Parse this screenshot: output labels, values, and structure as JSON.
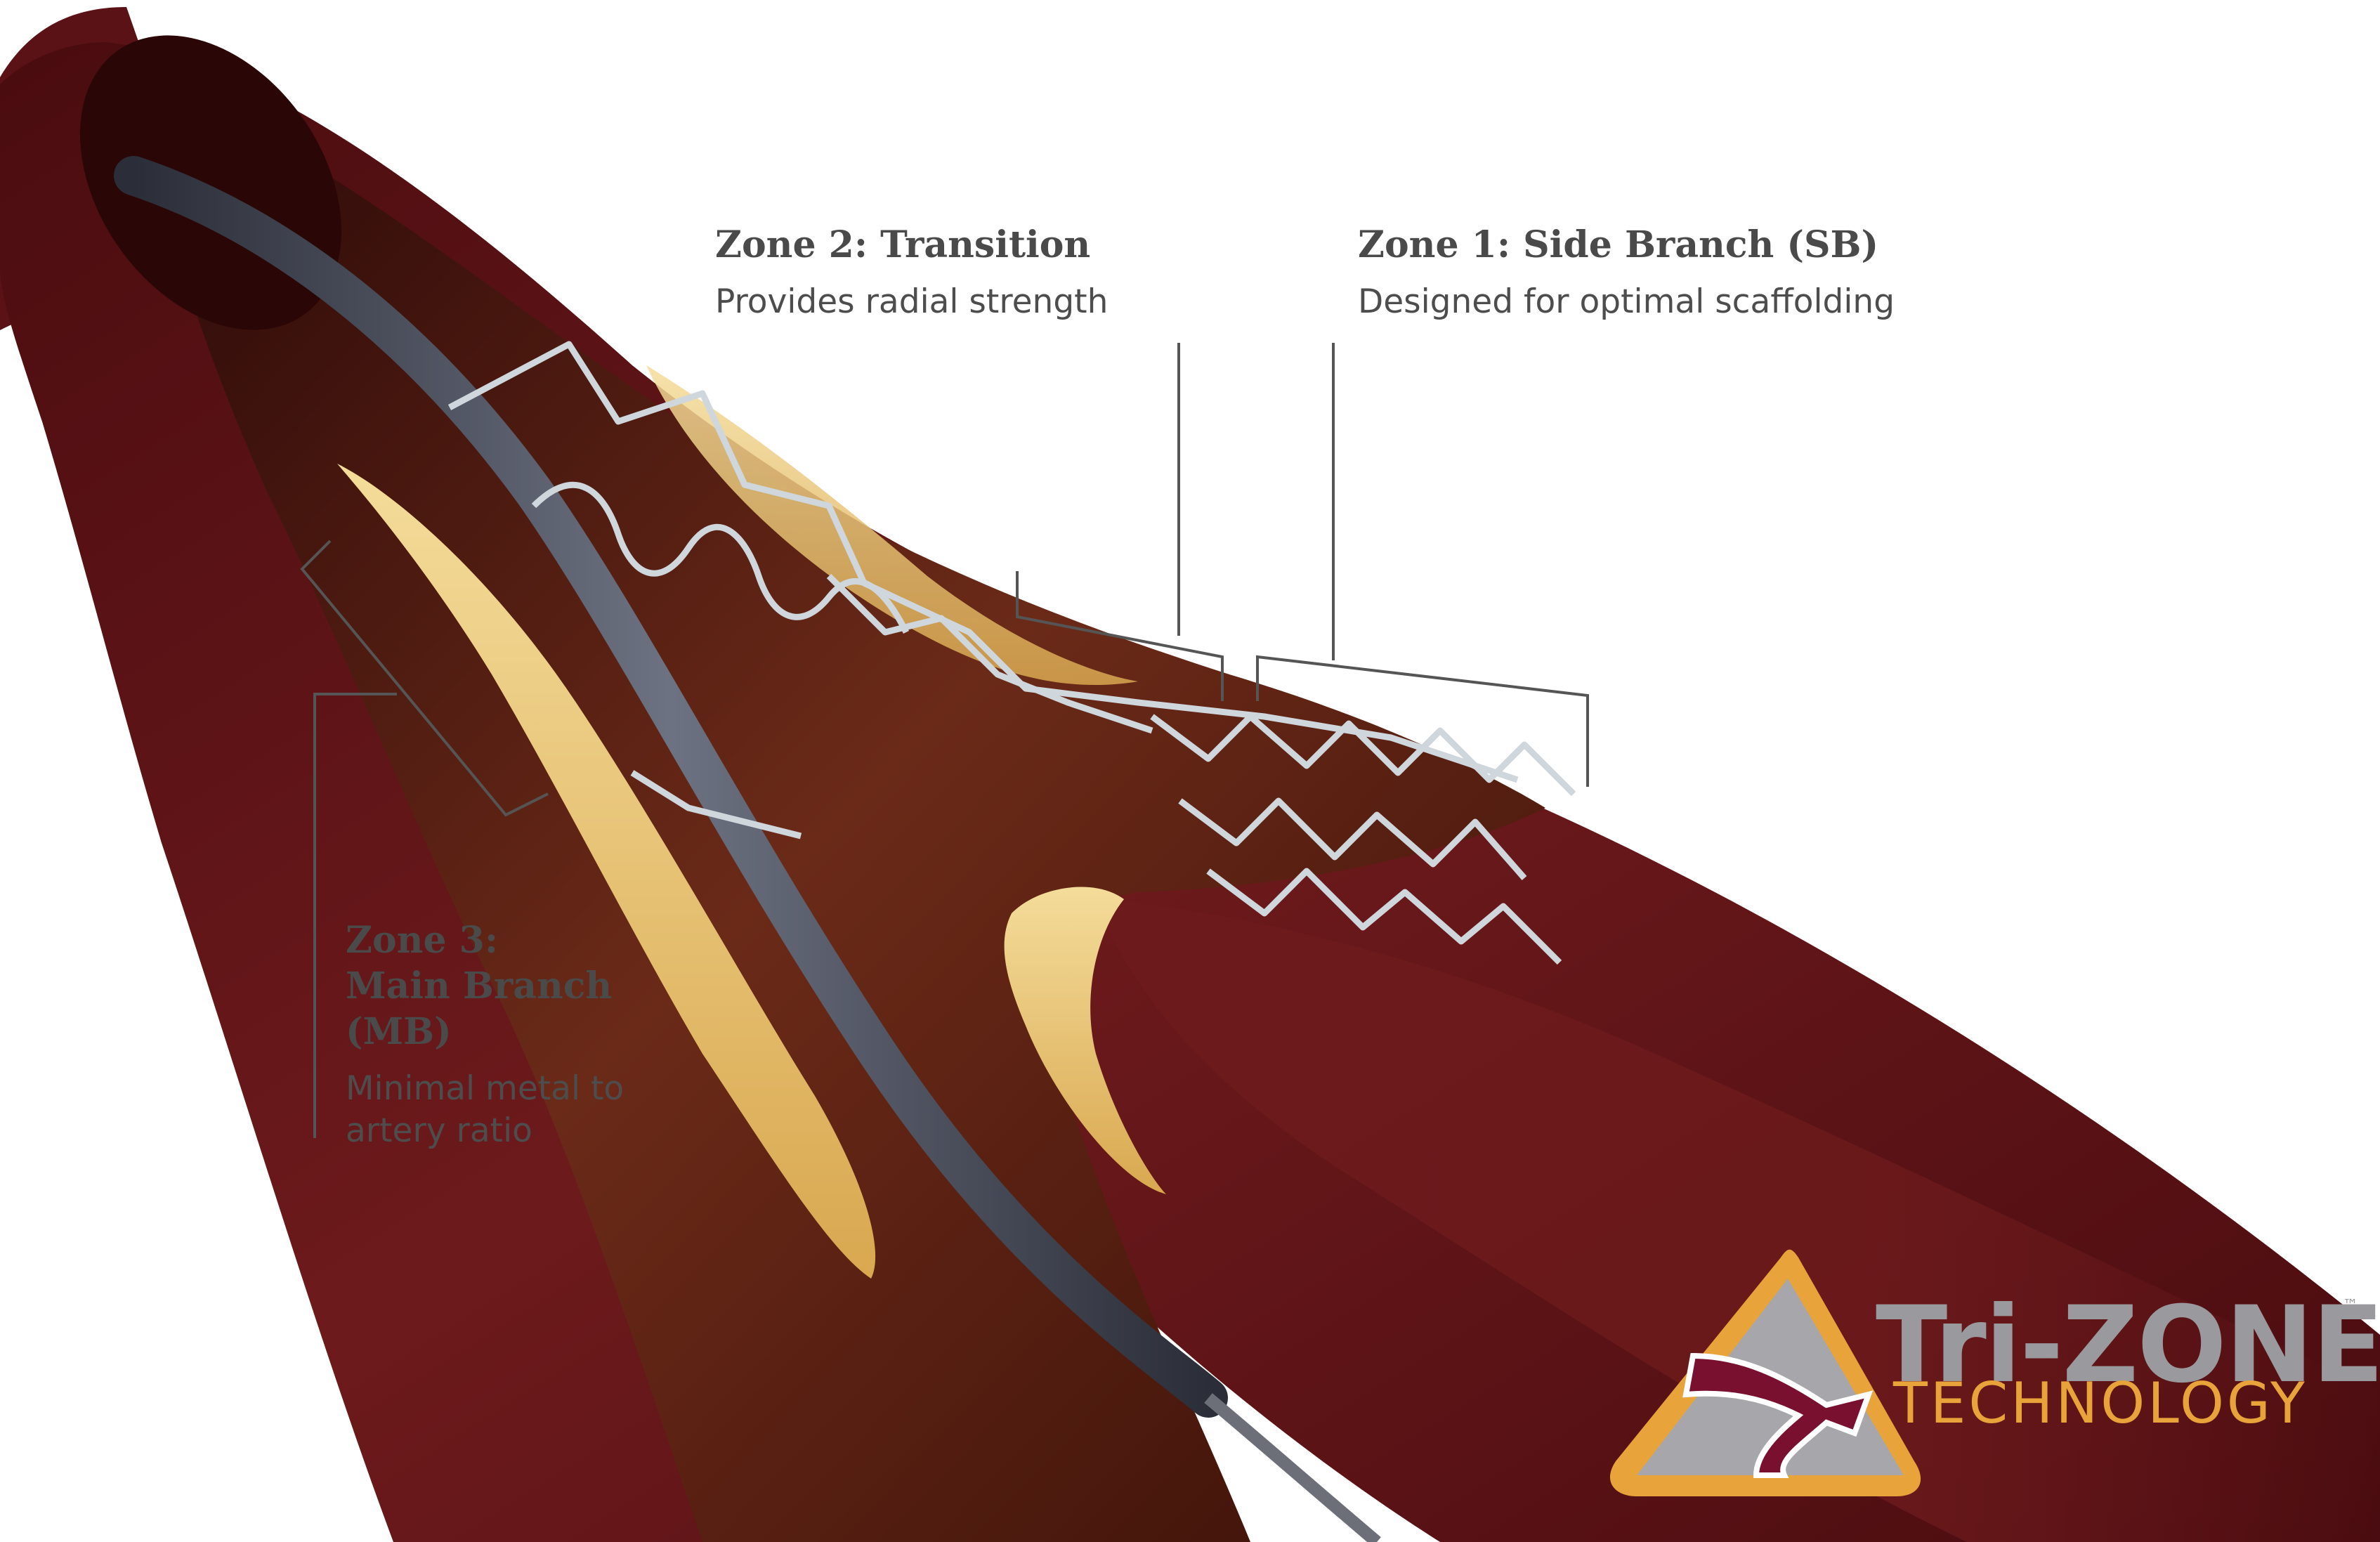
{
  "labels": {
    "zone2": {
      "title": "Zone 2: Transition",
      "desc": "Provides radial strength"
    },
    "zone1": {
      "title": "Zone 1: Side Branch (SB)",
      "desc": "Designed for optimal scaffolding"
    },
    "zone3": {
      "title_lines": [
        "Zone 3:",
        "Main Branch",
        "(MB)"
      ],
      "desc_lines": [
        "Minimal metal to",
        "artery ratio"
      ]
    }
  },
  "logo": {
    "name": "Tri-ZONE",
    "trademark": "™",
    "subtitle": "TECHNOLOGY",
    "icon": "bifurcation-triangle-icon"
  },
  "colors": {
    "vessel_outer": "#5e1418",
    "vessel_inner": "#8b2a22",
    "lumen": "#3a0f0d",
    "plaque": "#e9c57a",
    "stent": "#cfd6dc",
    "leader_line": "#555555",
    "logo_grey": "#9a9a9e",
    "logo_orange": "#e8a33a",
    "logo_maroon": "#7a1030"
  }
}
